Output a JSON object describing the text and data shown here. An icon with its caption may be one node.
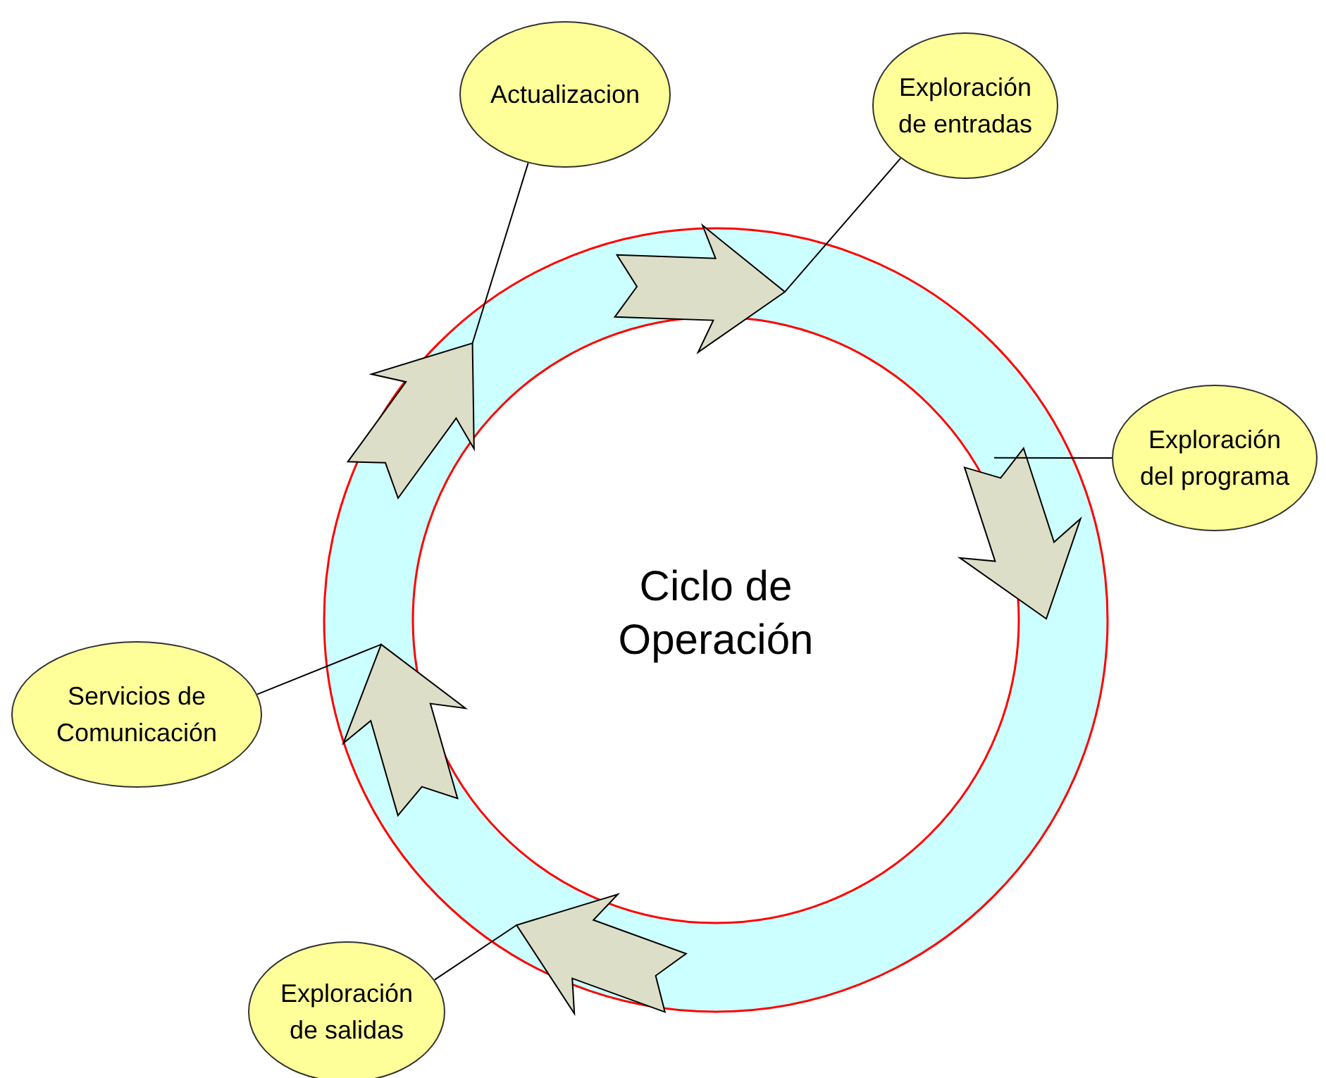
{
  "diagram": {
    "nodes": [
      {
        "text": [
          "Ciclo de Operación"
        ]
      },
      {
        "text": [
          "Actualizacion"
        ]
      },
      {
        "text": [
          "Exploración de entradas"
        ]
      },
      {
        "text": [
          "Exploración del programa"
        ]
      },
      {
        "text": [
          "Servicios de Comunicación"
        ]
      },
      {
        "text": [
          "Exploración de salidas"
        ]
      },
      {
        "text": [],
        "shape": "arrow",
        "in": 0
      },
      {
        "text": [],
        "shape": "arrow",
        "in": 0
      },
      {
        "text": [],
        "shape": "arrow",
        "in": 0
      },
      {
        "text": [],
        "shape": "arrow",
        "in": 0
      },
      {
        "text": [],
        "shape": "arrow",
        "in": 0
      }
    ],
    "edges": [
      {
        "from": 1,
        "to": 7,
        "arrow": "none"
      },
      {
        "from": 2,
        "to": 6,
        "arrow": "none"
      },
      {
        "from": 3,
        "to": 8,
        "arrow": "none"
      },
      {
        "from": 4,
        "to": 9,
        "arrow": "none"
      },
      {
        "from": 5,
        "to": 10,
        "arrow": "none"
      }
    ]
  }
}
